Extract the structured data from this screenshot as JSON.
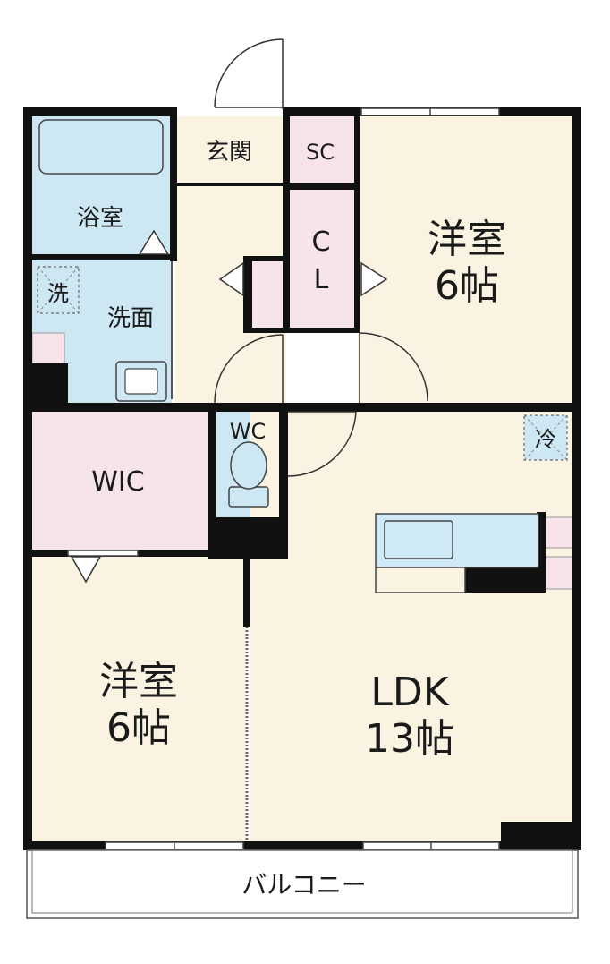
{
  "colors": {
    "wall": "#111111",
    "room_beige": "#fbf3e1",
    "wet_blue": "#cde8f3",
    "storage_pink": "#f7e3ea",
    "kitchen_blue": "#cfe9f6",
    "balcony": "#ffffff"
  },
  "rooms": {
    "entrance": "玄関",
    "shoe_closet": "SC",
    "closet_c": "C",
    "closet_l": "L",
    "western_room_1": {
      "name": "洋室",
      "size": "6帖"
    },
    "bathroom": "浴室",
    "washing_machine": "洗",
    "washroom": "洗面",
    "walk_in_closet": "WIC",
    "toilet": "WC",
    "refrigerator": "冷",
    "ldk": {
      "name": "LDK",
      "size": "13帖"
    },
    "western_room_2": {
      "name": "洋室",
      "size": "6帖"
    },
    "balcony": "バルコニー"
  }
}
